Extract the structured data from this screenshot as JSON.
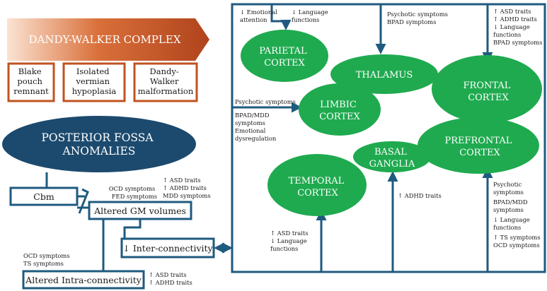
{
  "complex": {
    "title": "DANDY-WALKER COMPLEX",
    "subtypes": [
      {
        "lines": [
          "Blake",
          "pouch",
          "remnant"
        ]
      },
      {
        "lines": [
          "Isolated",
          "vermian",
          "hypoplasia"
        ]
      },
      {
        "lines": [
          "Dandy-",
          "Walker",
          "malformation"
        ]
      }
    ]
  },
  "pfa": {
    "lines": [
      "POSTERIOR FOSSA",
      "ANOMALIES"
    ]
  },
  "cbm": "Cbm",
  "altered_gm": "Altered GM volumes",
  "inter": "↓ Inter-connectivity",
  "intra": "Altered Intra-connectivity",
  "gm_left_notes": [
    "OCD symptoms",
    "FED symptoms"
  ],
  "gm_right_notes": [
    "↑ ASD traits",
    "↑ ADHD traits",
    "MDD symptoms"
  ],
  "intra_left_notes": [
    "OCD symptoms",
    "TS symptoms"
  ],
  "intra_right_notes": [
    "↑ ASD traits",
    "↑ ADHD traits"
  ],
  "regions": {
    "parietal": [
      "PARIETAL",
      "CORTEX"
    ],
    "thalamus": [
      "THALAMUS"
    ],
    "frontal": [
      "FRONTAL",
      "CORTEX"
    ],
    "limbic": [
      "LIMBIC",
      "CORTEX"
    ],
    "prefrontal": [
      "PREFRONTAL",
      "CORTEX"
    ],
    "basal": [
      "BASAL",
      "GANGLIA"
    ],
    "temporal": [
      "TEMPORAL",
      "CORTEX"
    ]
  },
  "notes": {
    "emotional_attention": [
      "↓ Emotional",
      "attention"
    ],
    "language_top": [
      "↓ Language",
      "functions"
    ],
    "psychotic_top": [
      "Psychotic symptoms",
      "BPAD symptoms"
    ],
    "frontal_side": [
      "↑ ASD traits",
      "↑ ADHD traits",
      "↓ Language",
      "functions",
      "BPAD symptoms"
    ],
    "limbic_psychotic": [
      "Psychotic symptoms"
    ],
    "limbic_below": [
      "BPAD/MDD",
      "symptoms",
      "Emotional",
      "dysregulation"
    ],
    "temporal_below": [
      "↑ ASD traits",
      "↓ Language",
      "functions"
    ],
    "basal_below": [
      "↑ ADHD traits"
    ],
    "prefrontal_below": [
      "Psychotic",
      "symptoms",
      "BPAD/MDD",
      "symptoms",
      "↓ Language",
      "functions",
      "↑ TS symptoms",
      "OCD symptoms"
    ]
  },
  "colors": {
    "green": "#1faa4f",
    "navy": "#1c4a6e",
    "orange": "#c0531f",
    "outline": "#1f5a7f"
  }
}
